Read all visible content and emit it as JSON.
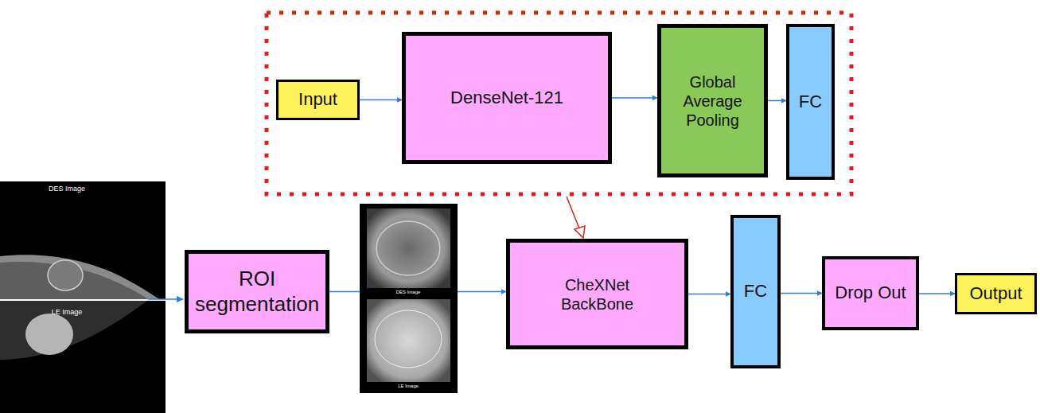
{
  "diagram": {
    "nodes": [
      {
        "text": [
          "Input"
        ]
      },
      {
        "text": [
          "DenseNet-121"
        ]
      },
      {
        "text": [
          "Global Average Pooling"
        ]
      },
      {
        "text": [
          "FC"
        ]
      },
      {
        "text": [
          "ROI segmentation"
        ]
      },
      {
        "text": [
          "CheXNet BackBone"
        ]
      },
      {
        "text": [
          "FC"
        ]
      },
      {
        "text": [
          "Drop Out"
        ]
      },
      {
        "text": [
          "Output"
        ]
      }
    ],
    "edges": [
      {
        "from": 0,
        "to": 1,
        "arrow": "to"
      },
      {
        "from": 1,
        "to": 2,
        "arrow": "to"
      },
      {
        "from": 2,
        "to": 3,
        "arrow": "to"
      },
      {
        "from": 4,
        "to": 5,
        "arrow": "to"
      },
      {
        "from": 5,
        "to": 6,
        "arrow": "to"
      },
      {
        "from": 6,
        "to": 7,
        "arrow": "to"
      },
      {
        "from": 7,
        "to": 8,
        "arrow": "to"
      }
    ],
    "labels": [
      "DES Image",
      "LE Image",
      "DES Image",
      "LE Image"
    ]
  }
}
